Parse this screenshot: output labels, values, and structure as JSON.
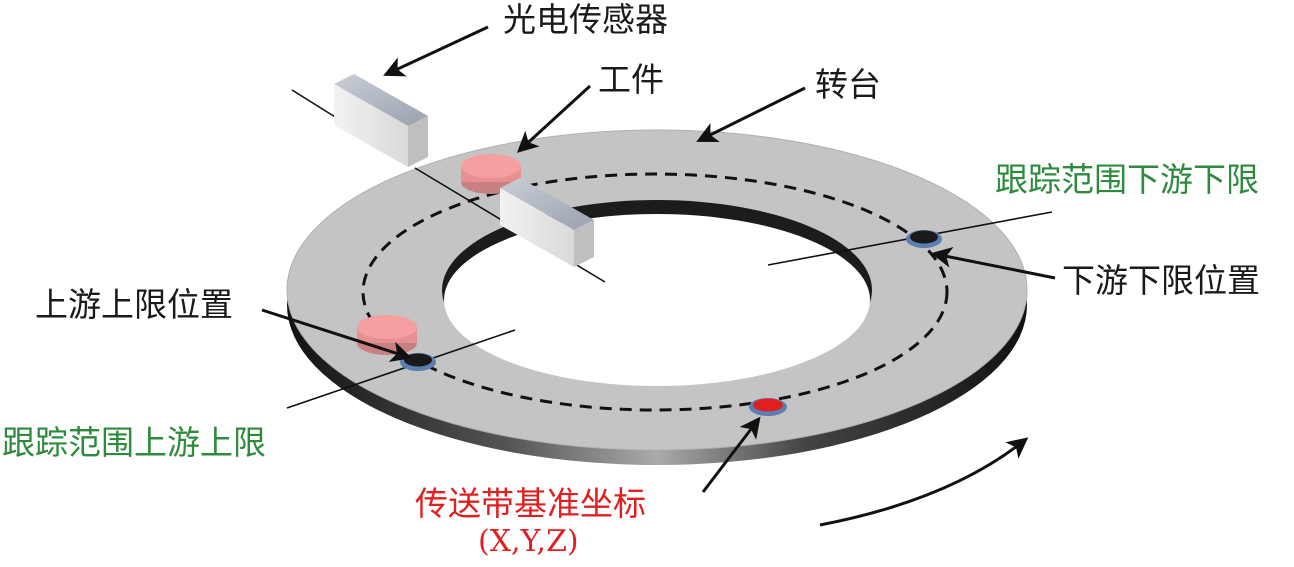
{
  "labels": {
    "sensor": "光电传感器",
    "workpiece": "工件",
    "turntable": "转台",
    "downstream_limit_range": "跟踪范围下游下限",
    "downstream_limit_position": "下游下限位置",
    "upstream_limit_position": "上游上限位置",
    "upstream_limit_range": "跟踪范围上游上限",
    "conveyor_ref": "传送带基准坐标",
    "conveyor_ref_coords": "(X,Y,Z)"
  },
  "colors": {
    "ring_top": "#c4c4c4",
    "ring_side": "#222222",
    "workpiece": "#f4a0a0",
    "marker_ring": "#5a7fb0",
    "marker_black": "#1a1a1a",
    "marker_red": "#e02020",
    "label_green": "#2e8b3e",
    "label_red": "#e02020",
    "sensor_box": "#e8e8e8"
  }
}
